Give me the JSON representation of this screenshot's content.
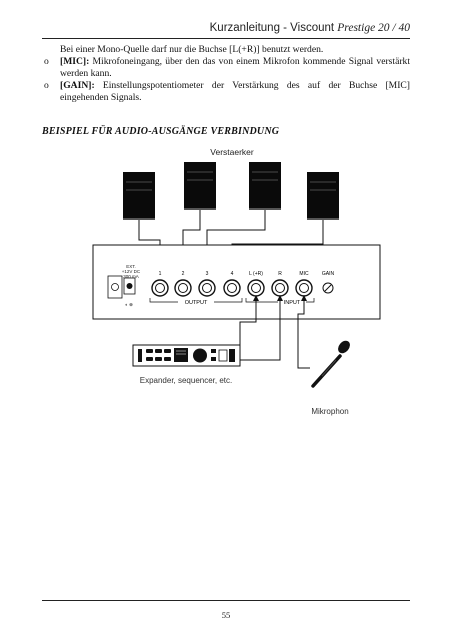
{
  "header": {
    "prefix": "Kurzanleitung - Viscount ",
    "model": "Prestige 20 / 40"
  },
  "intro_line": "Bei einer Mono-Quelle darf nur die Buchse [L(+R)] benutzt werden.",
  "bullets": [
    {
      "marker": "o",
      "term": "[MIC]:",
      "text": " Mikrofoneingang, über den das von einem Mikrofon kommende Signal verstärkt werden kann."
    },
    {
      "marker": "o",
      "term": "[GAIN]:",
      "text": " Einstellungspotentiometer der Verstärkung des auf der Buchse [MIC] eingehenden Signals."
    }
  ],
  "section_title": "BEISPIEL FÜR AUDIO-AUSGÄNGE VERBINDUNG",
  "diagram": {
    "amplifier_label": "Verstaerker",
    "power_label_lines": [
      "EXT.",
      "+12V DC",
      "300 mA"
    ],
    "output_jacks": [
      "1",
      "2",
      "3",
      "4"
    ],
    "input_jacks": [
      "L (+R)",
      "R",
      "MIC"
    ],
    "gain_label": "GAIN",
    "output_group_label": "OUTPUT",
    "input_group_label": "INPUT",
    "expander_label": "Expander, sequencer, etc.",
    "microphone_label": "Mikrophon"
  },
  "page_number": "55"
}
